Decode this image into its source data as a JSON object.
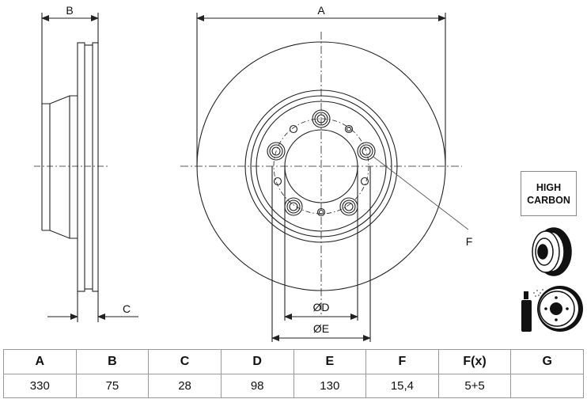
{
  "drawing": {
    "side_view": {
      "dim_label_b": "B",
      "dim_label_c": "C"
    },
    "front_view": {
      "dim_label_a": "A",
      "dim_label_d": "ØD",
      "dim_label_e": "ØE",
      "dim_label_f": "F"
    }
  },
  "badges": {
    "high_carbon": {
      "line1": "HIGH",
      "line2": "CARBON"
    },
    "icons": [
      {
        "name": "vented-disc-icon"
      },
      {
        "name": "coated-disc-spray-icon"
      }
    ]
  },
  "spec_table": {
    "headers": [
      "A",
      "B",
      "C",
      "D",
      "E",
      "F",
      "F(x)",
      "G"
    ],
    "values": [
      "330",
      "75",
      "28",
      "98",
      "130",
      "15,4",
      "5+5",
      ""
    ]
  },
  "colors": {
    "line": "#222222",
    "grid": "#999999",
    "background": "#ffffff"
  }
}
